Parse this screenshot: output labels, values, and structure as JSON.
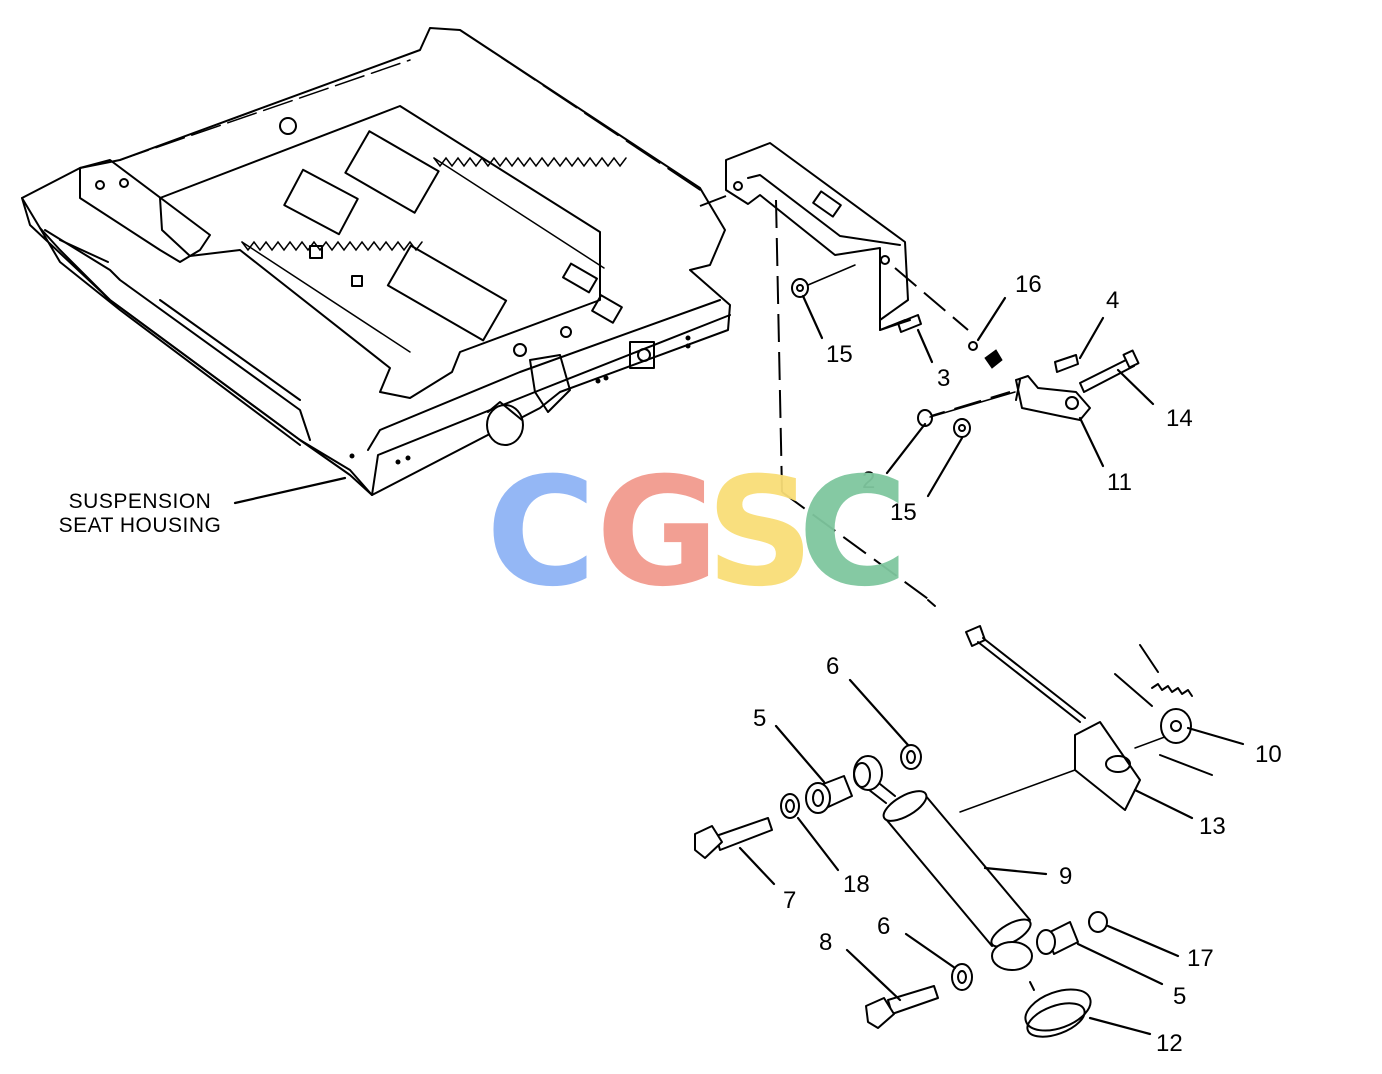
{
  "housing_label": {
    "line1": "SUSPENSION",
    "line2": "SEAT HOUSING"
  },
  "callouts": {
    "c2": "2",
    "c3": "3",
    "c4": "4",
    "c5a": "5",
    "c5b": "5",
    "c6a": "6",
    "c6b": "6",
    "c7": "7",
    "c8": "8",
    "c9": "9",
    "c10": "10",
    "c11": "11",
    "c12": "12",
    "c13": "13",
    "c14": "14",
    "c15a": "15",
    "c15b": "15",
    "c16": "16",
    "c17": "17",
    "c18": "18"
  },
  "watermark": {
    "letters": [
      "C",
      "G",
      "S",
      "C"
    ],
    "colors": [
      "#8fb4f5",
      "#f29a8e",
      "#f9de78",
      "#7fc79f"
    ]
  }
}
